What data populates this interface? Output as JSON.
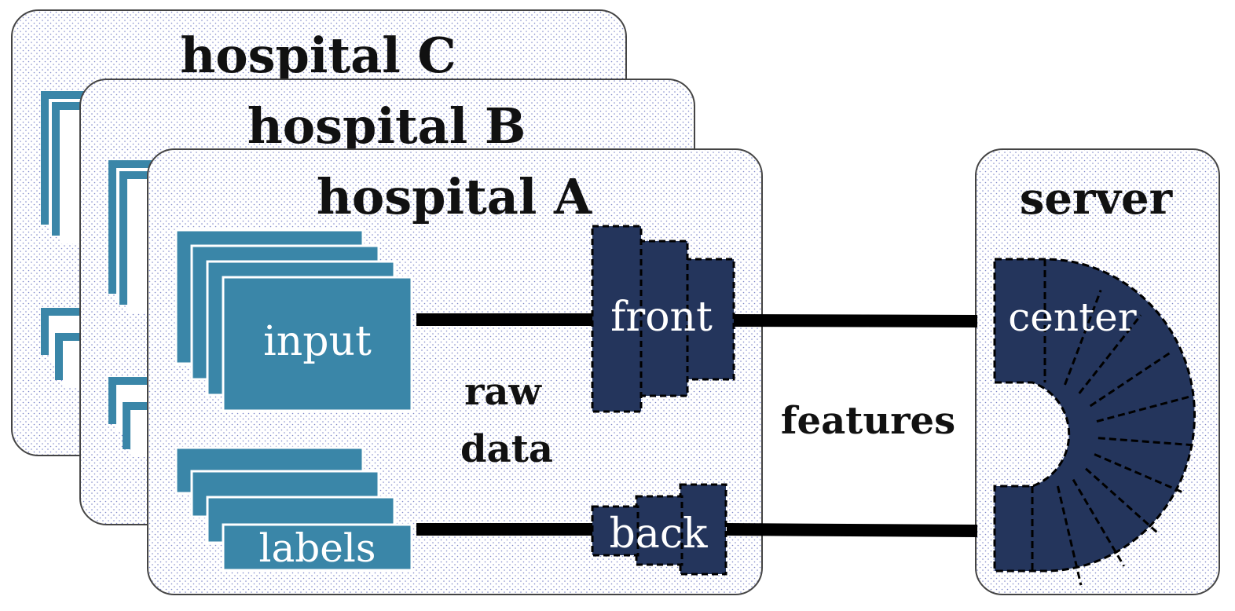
{
  "hospitals": [
    {
      "name": "hospital C"
    },
    {
      "name": "hospital B"
    },
    {
      "name": "hospital A"
    }
  ],
  "server": {
    "name": "server"
  },
  "blocks": {
    "input": "input",
    "labels": "labels",
    "front": "front",
    "back": "back",
    "center": "center"
  },
  "annotations": {
    "raw_line1": "raw",
    "raw_line2": "data",
    "features": "features"
  },
  "colors": {
    "light_blue": "#3a86a8",
    "dark_navy": "#24355c",
    "panel_dots": "#7d86c8",
    "line": "#000000"
  }
}
